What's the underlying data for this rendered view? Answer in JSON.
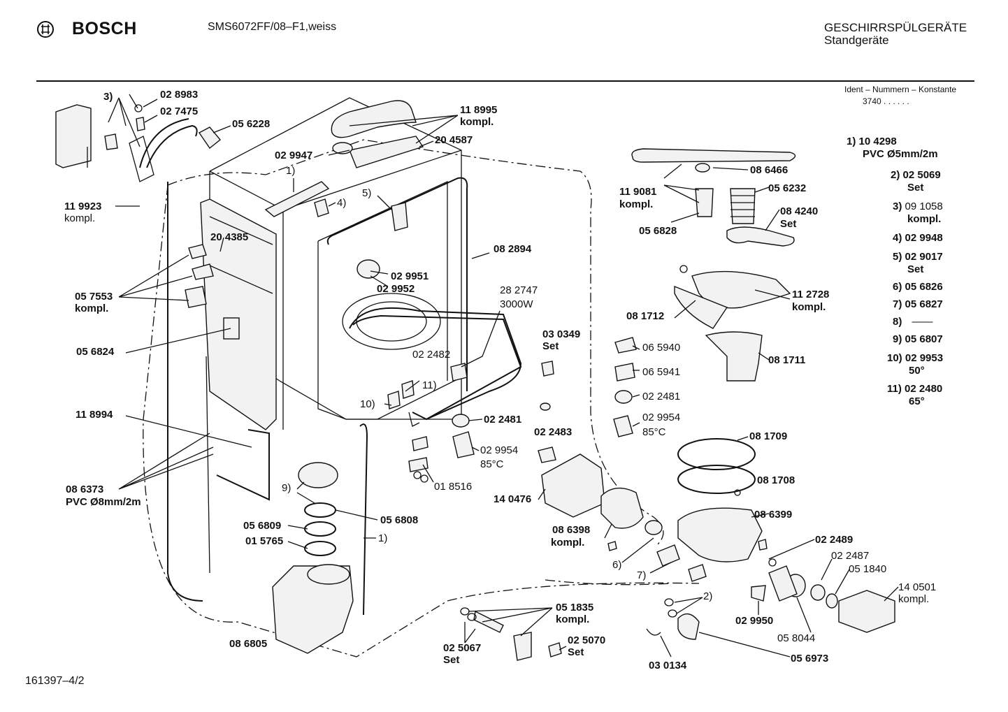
{
  "header": {
    "brand": "BOSCH",
    "model": "SMS6072FF/08–F1,weiss",
    "category": "GESCHIRRSPÜLGERÄTE",
    "subcategory": "Standgeräte",
    "ident_label": "Ident – Nummern – Konstante",
    "ident_value": "3740 . . . . . ."
  },
  "legend": [
    {
      "key": "1)",
      "num": "10 4298",
      "desc": "PVC Ø5mm/2m"
    },
    {
      "key": "2)",
      "num": "02 5069",
      "desc": "Set"
    },
    {
      "key": "3)",
      "num": "09 1058",
      "desc": "kompl."
    },
    {
      "key": "4)",
      "num": "02 9948",
      "desc": ""
    },
    {
      "key": "5)",
      "num": "02 9017",
      "desc": "Set"
    },
    {
      "key": "6)",
      "num": "05 6826",
      "desc": ""
    },
    {
      "key": "7)",
      "num": "05 6827",
      "desc": ""
    },
    {
      "key": "8)",
      "num": "——",
      "desc": ""
    },
    {
      "key": "9)",
      "num": "05 6807",
      "desc": ""
    },
    {
      "key": "10)",
      "num": "02 9953",
      "desc": "50°"
    },
    {
      "key": "11)",
      "num": "02 2480",
      "desc": "65°"
    }
  ],
  "labels": {
    "l_3": "3)",
    "l_028983": "02 8983",
    "l_027475": "02 7475",
    "l_056228": "05 6228",
    "l_118995": "11 8995",
    "l_118995_k": "kompl.",
    "l_029947": "02 9947",
    "l_204587": "20 4587",
    "l_1a": "1)",
    "l_4": "4)",
    "l_5": "5)",
    "l_119923": "11 9923",
    "l_119923_k": "kompl.",
    "l_204385": "20 4385",
    "l_057553": "05 7553",
    "l_057553_k": "kompl.",
    "l_082894": "08 2894",
    "l_029951": "02 9951",
    "l_029952": "02 9952",
    "l_282747": "28 2747",
    "l_3000w": "3000W",
    "l_056824": "05 6824",
    "l_022482": "02 2482",
    "l_11": "11)",
    "l_10": "10)",
    "l_030349": "03 0349",
    "l_030349_s": "Set",
    "l_118994": "11 8994",
    "l_022481a": "02 2481",
    "l_029954a": "02 9954",
    "l_85a": "85°C",
    "l_018516": "01 8516",
    "l_022483": "02 2483",
    "l_086373": "08 6373",
    "l_086373_p": "PVC Ø8mm/2m",
    "l_9": "9)",
    "l_056809": "05 6809",
    "l_015765": "01 5765",
    "l_056808": "05 6808",
    "l_1b": "1)",
    "l_140476": "14 0476",
    "l_086398": "08 6398",
    "l_086398_k": "kompl.",
    "l_6": "6)",
    "l_7": "7)",
    "l_086805": "08 6805",
    "l_051835": "05 1835",
    "l_051835_k": "kompl.",
    "l_025067": "02 5067",
    "l_025067_s": "Set",
    "l_025070": "02 5070",
    "l_025070_s": "Set",
    "l_086466": "08 6466",
    "l_119081": "11 9081",
    "l_119081_k": "kompl.",
    "l_056232": "05 6232",
    "l_084240": "08 4240",
    "l_084240_s": "Set",
    "l_056828": "05 6828",
    "l_112728": "11 2728",
    "l_112728_k": "kompl.",
    "l_081712": "08 1712",
    "l_065940": "06 5940",
    "l_065941": "06 5941",
    "l_081711": "08 1711",
    "l_022481b": "02 2481",
    "l_029954b": "02 9954",
    "l_85b": "85°C",
    "l_081709": "08 1709",
    "l_081708": "08 1708",
    "l_086399": "08 6399",
    "l_022489": "02 2489",
    "l_022487": "02 2487",
    "l_051840": "05 1840",
    "l_140501": "14 0501",
    "l_140501_k": "kompl.",
    "l_2": "2)",
    "l_029950": "02 9950",
    "l_058044": "05 8044",
    "l_056973": "05 6973",
    "l_030134": "03 0134"
  },
  "footer": {
    "doc_number": "161397–4/2"
  }
}
